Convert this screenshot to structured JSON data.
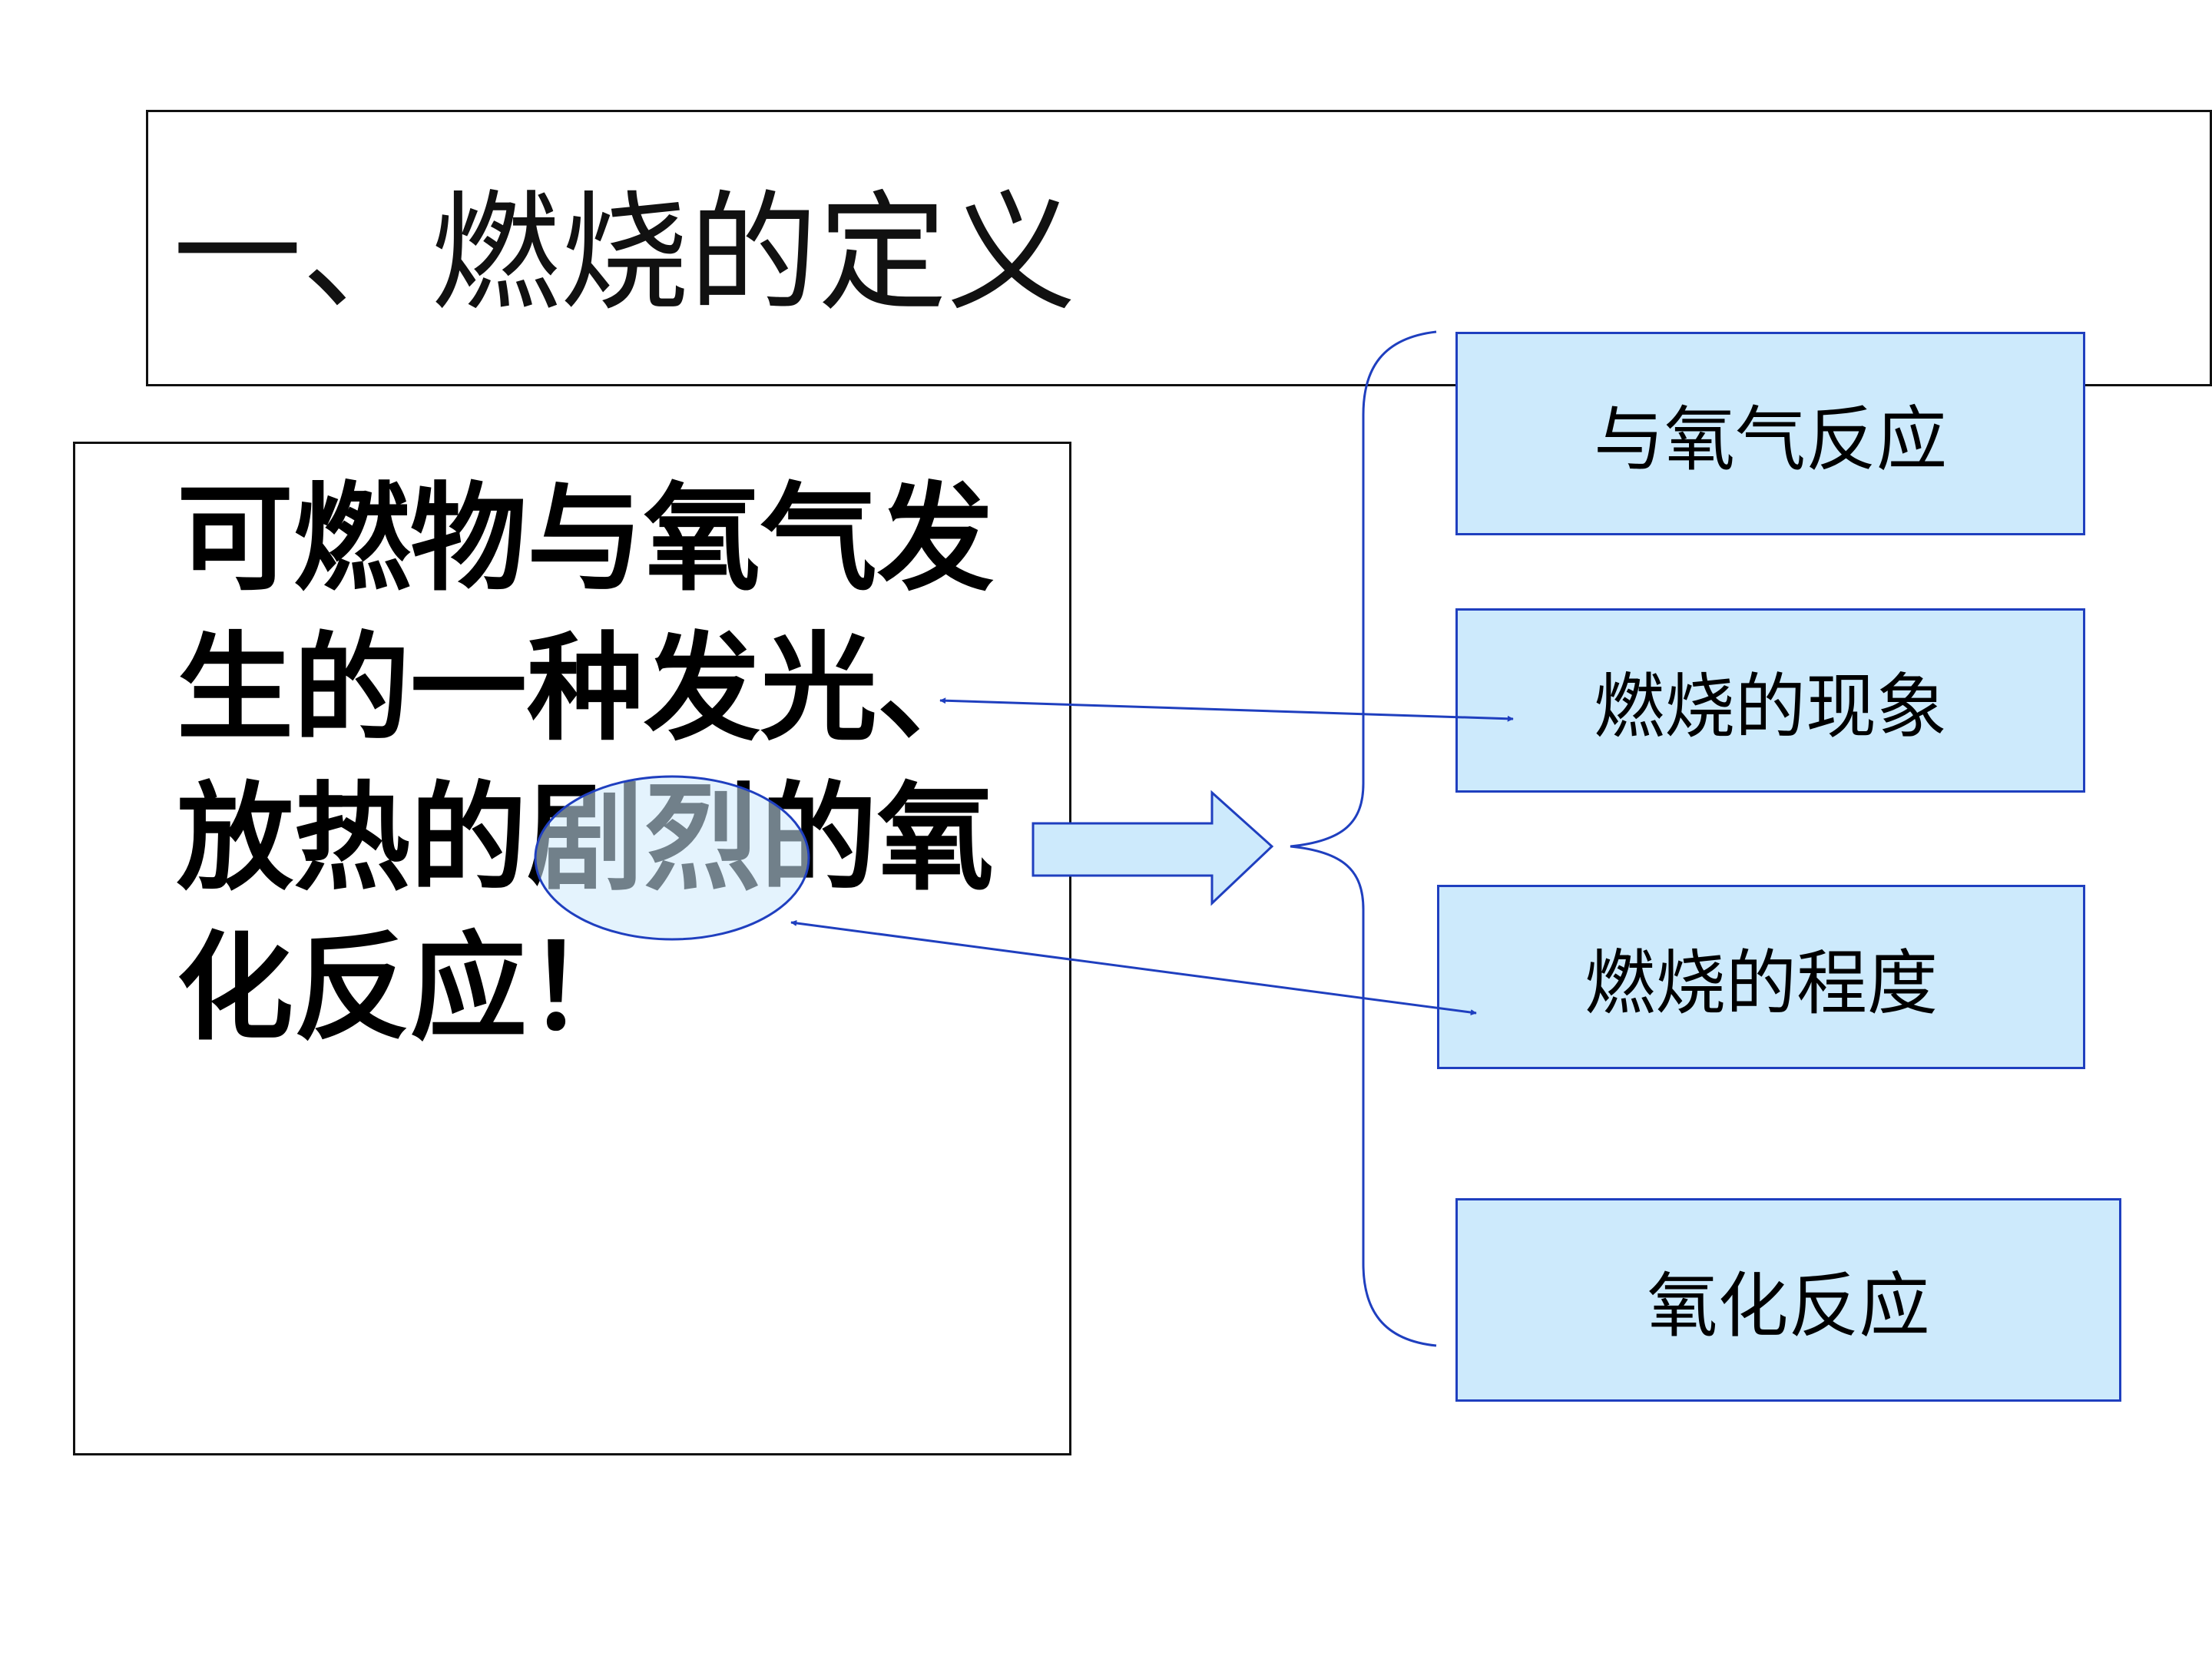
{
  "title": "一、燃烧的定义",
  "definition": {
    "lines": [
      "可燃物与氧气发",
      "生的一种发光、",
      "放热的剧烈的氧",
      "化反应！"
    ]
  },
  "aspects": [
    {
      "label": "与氧气反应"
    },
    {
      "label": "燃烧的现象"
    },
    {
      "label": "燃烧的程度"
    },
    {
      "label": "氧化反应"
    }
  ],
  "colors": {
    "box_fill": "#cdeafc",
    "box_border": "#1f3fbf",
    "arrow_line": "#1f3fbf"
  }
}
